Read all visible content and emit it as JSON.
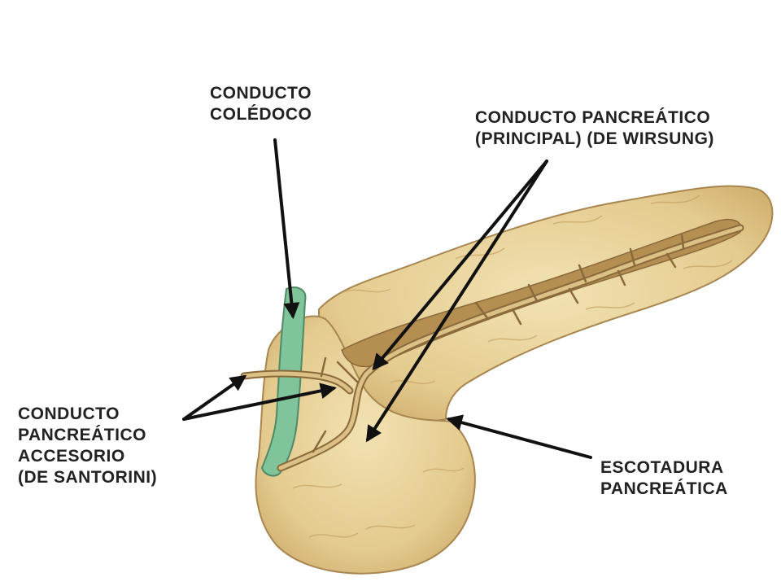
{
  "labels": {
    "choledoch": {
      "line1": "CONDUCTO",
      "line2": "COLÉDOCO"
    },
    "wirsung": {
      "line1": "CONDUCTO PANCREÁTICO",
      "line2": "(PRINCIPAL) (DE WIRSUNG)"
    },
    "santorini": {
      "line1": "CONDUCTO",
      "line2": "PANCREÁTICO",
      "line3": "ACCESORIO",
      "line4": "(DE SANTORINI)"
    },
    "notch": {
      "line1": "ESCOTADURA",
      "line2": "PANCREÁTICA"
    }
  },
  "colors": {
    "pancreas_fill": "#e9d49c",
    "pancreas_shade": "#c9a96a",
    "pancreas_outline": "#a88650",
    "duct_fill": "#dcc187",
    "duct_outline": "#8a6a3a",
    "bile_duct": "#7fc49a",
    "arrow": "#111111",
    "text": "#222222"
  }
}
